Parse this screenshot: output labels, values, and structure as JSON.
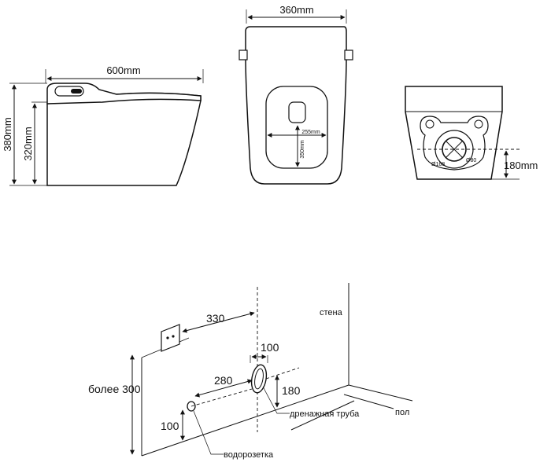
{
  "side_view": {
    "width_label": "600mm",
    "total_height_label": "380mm",
    "body_height_label": "320mm"
  },
  "top_view": {
    "width_label": "360mm",
    "seat_width_label": "255mm",
    "seat_length_label": "350mm"
  },
  "bottom_view": {
    "drain_offset_label": "180mm",
    "outlet_diameter_label": "Ø168",
    "drain_diameter_label": "Ø80"
  },
  "installation": {
    "wall_label": "стена",
    "floor_label": "пол",
    "drain_pipe_label": "дренажная труба",
    "water_outlet_label": "водорозетка",
    "socket_distance": "330",
    "drain_width": "100",
    "water_to_drain": "280",
    "drain_from_wall": "180",
    "water_height": "100",
    "socket_height": "более 300"
  }
}
